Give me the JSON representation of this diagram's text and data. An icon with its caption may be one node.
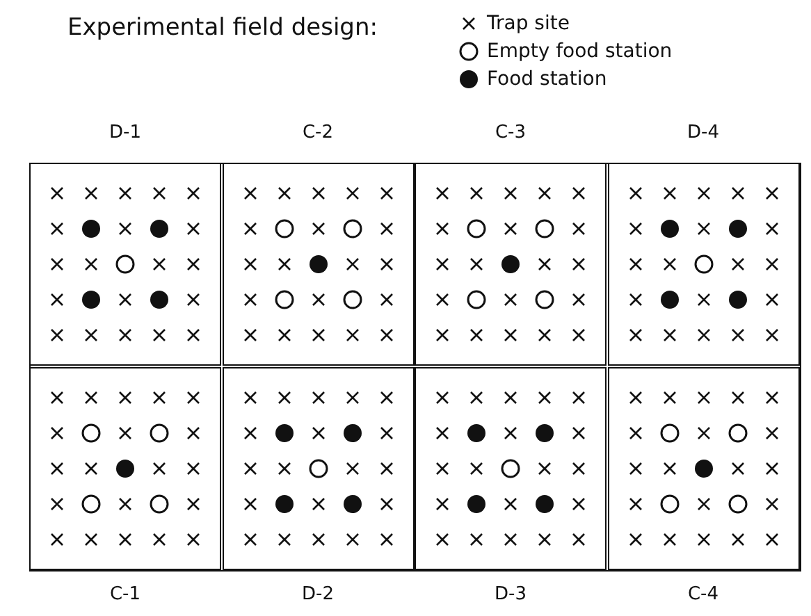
{
  "diagram": {
    "title": "Experimental field design:",
    "nodes": [
      {
        "text": [
          "D-1"
        ]
      },
      {
        "text": [
          "C-2"
        ]
      },
      {
        "text": [
          "C-3"
        ]
      },
      {
        "text": [
          "D-4"
        ]
      },
      {
        "text": [
          "C-1"
        ]
      },
      {
        "text": [
          "D-2"
        ]
      },
      {
        "text": [
          "D-3"
        ]
      },
      {
        "text": [
          "C-4"
        ]
      }
    ],
    "legend": [
      {
        "text": "Trap site"
      },
      {
        "text": "Empty food station"
      },
      {
        "text": "Food station"
      }
    ]
  }
}
